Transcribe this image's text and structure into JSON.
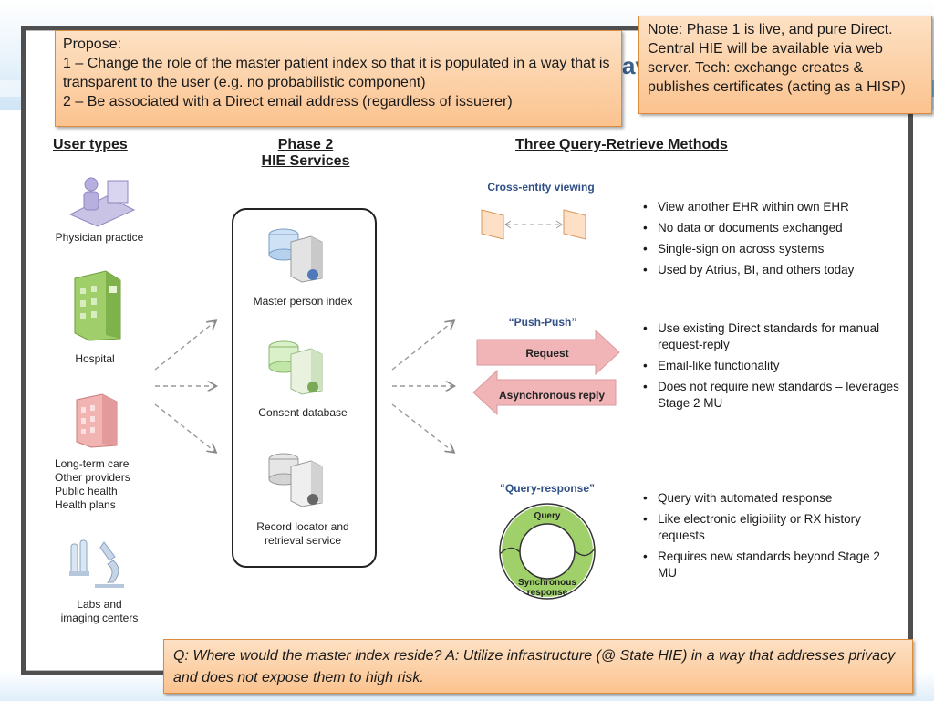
{
  "title_fragment": "av",
  "propose": {
    "heading": "Propose:",
    "line1": "1 – Change the role of the master patient index so that it is populated in a way that is transparent to the user (e.g. no probabilistic component)",
    "line2": "2 – Be associated with a Direct email address (regardless of issuerer)"
  },
  "note": "Note: Phase 1 is live, and pure Direct. Central HIE will be available via web server. Tech: exchange creates & publishes certificates (acting as a HISP)",
  "qa": "Q: Where would the master index reside? A: Utilize infrastructure (@ State HIE) in a way that addresses privacy and does not expose them to high risk.",
  "columns": {
    "user_types": "User types",
    "phase2_line1": "Phase 2",
    "phase2_line2": "HIE Services",
    "methods": "Three Query-Retrieve Methods"
  },
  "user_types": [
    {
      "label": "Physician practice"
    },
    {
      "label": "Hospital"
    },
    {
      "label": "Long-term care\nOther providers\nPublic health\nHealth plans"
    },
    {
      "label": "Labs and\nimaging centers"
    }
  ],
  "services": [
    {
      "label": "Master person index"
    },
    {
      "label": "Consent database"
    },
    {
      "label": "Record locator and\nretrieval service"
    }
  ],
  "methods": [
    {
      "title": "Cross-entity viewing",
      "bullets": [
        "View another EHR within own EHR",
        "No data or documents exchanged",
        "Single-sign on across systems",
        "Used by Atrius, BI, and others today"
      ]
    },
    {
      "title": "“Push-Push”",
      "request_label": "Request",
      "reply_label": "Asynchronous reply",
      "bullets": [
        "Use existing Direct standards for manual request-reply",
        "Email-like functionality",
        "Does not require new standards – leverages Stage 2 MU"
      ]
    },
    {
      "title": "“Query-response”",
      "query_label": "Query",
      "response_label": "Synchronous\nresponse",
      "bullets": [
        "Query with automated response",
        "Like electronic eligibility or RX history requests",
        "Requires new standards beyond Stage 2 MU"
      ]
    }
  ],
  "icons": {
    "physician": "physician-at-computer-icon",
    "hospital": "hospital-building-icon",
    "ltc": "care-building-icon",
    "labs": "microscope-test-tubes-icon",
    "server": "database-server-icon"
  },
  "colors": {
    "callout": "#fbc38f",
    "arrow_pink": "#f1b5b8",
    "ring_green": "#7fbf3f",
    "method_title": "#2f4f86"
  }
}
